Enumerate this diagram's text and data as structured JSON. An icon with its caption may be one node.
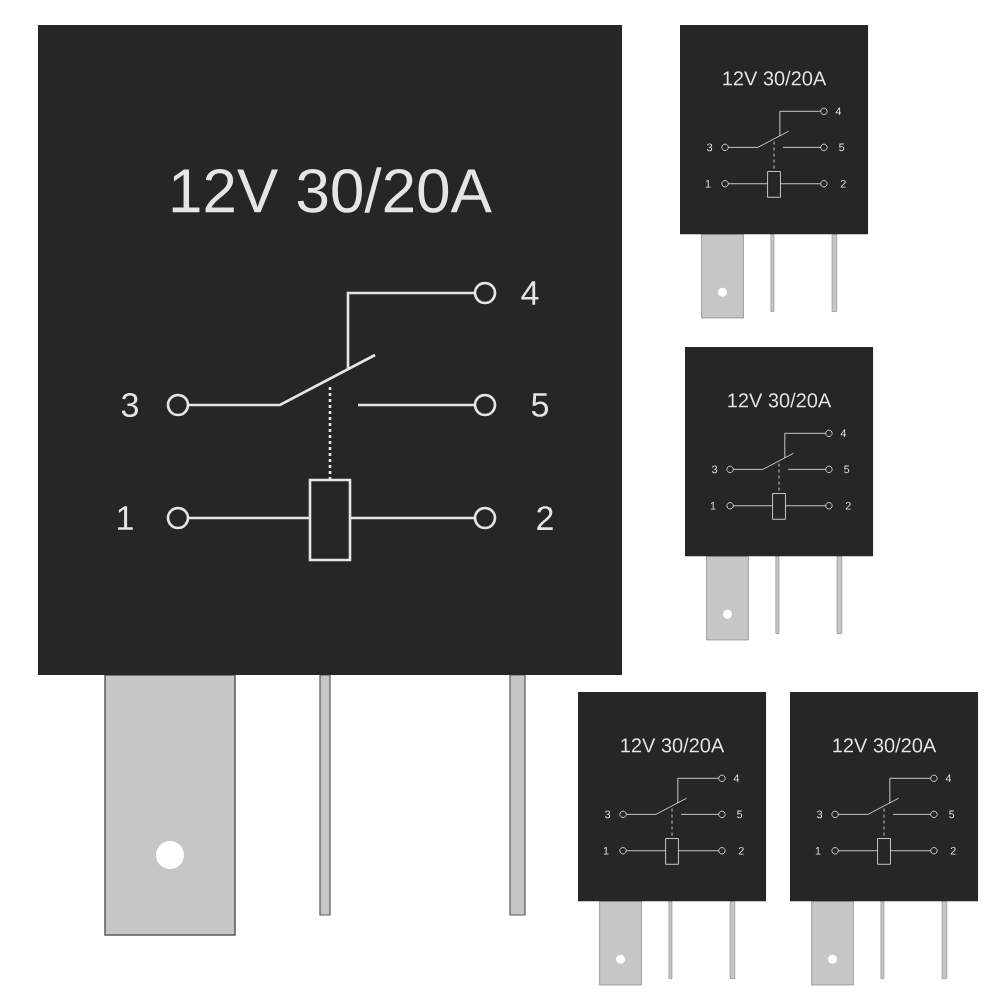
{
  "diagram": {
    "labels": [
      "12V  30/20A",
      "4",
      "3",
      "5",
      "1",
      "2",
      "12V  30/20A",
      "4",
      "3",
      "5",
      "1",
      "2",
      "12V  30/20A",
      "4",
      "3",
      "5",
      "1",
      "2",
      "12V  30/20A",
      "4",
      "3",
      "5",
      "1",
      "2",
      "12V  30/20A",
      "4",
      "3",
      "5",
      "1",
      "2"
    ]
  }
}
